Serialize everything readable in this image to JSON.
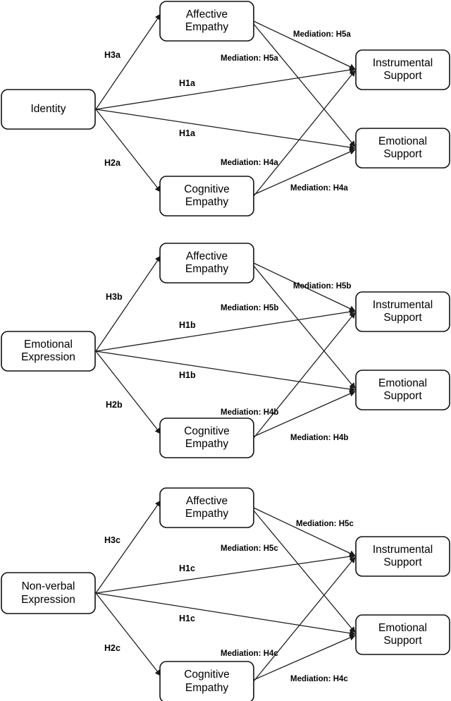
{
  "diagram": {
    "type": "conceptual-model-path-diagram",
    "panel_count": 3,
    "node_shape": "rounded-rectangle",
    "colors": {
      "background": "#ffffff",
      "node_fill": "#ffffff",
      "node_stroke": "#111111",
      "edge_stroke": "#1a1a1a",
      "text": "#000000"
    },
    "panels": [
      {
        "id": "panel-a",
        "suffix": "a",
        "nodes": {
          "predictor": {
            "line1": "Identity",
            "line2": ""
          },
          "mediator_top": {
            "line1": "Affective",
            "line2": "Empathy"
          },
          "mediator_bottom": {
            "line1": "Cognitive",
            "line2": "Empathy"
          },
          "outcome_top": {
            "line1": "Instrumental",
            "line2": "Support"
          },
          "outcome_bottom": {
            "line1": "Emotional",
            "line2": "Support"
          }
        },
        "edge_labels": {
          "pred_to_affective": "H3a",
          "pred_to_cognitive": "H2a",
          "pred_to_instrumental": "H1a",
          "pred_to_emotional": "H1a",
          "affective_to_instrumental": "Mediation: H5a",
          "affective_to_emotional": "Mediation: H5a",
          "cognitive_to_instrumental": "Mediation: H4a",
          "cognitive_to_emotional": "Mediation: H4a"
        }
      },
      {
        "id": "panel-b",
        "suffix": "b",
        "nodes": {
          "predictor": {
            "line1": "Emotional",
            "line2": "Expression"
          },
          "mediator_top": {
            "line1": "Affective",
            "line2": "Empathy"
          },
          "mediator_bottom": {
            "line1": "Cognitive",
            "line2": "Empathy"
          },
          "outcome_top": {
            "line1": "Instrumental",
            "line2": "Support"
          },
          "outcome_bottom": {
            "line1": "Emotional",
            "line2": "Support"
          }
        },
        "edge_labels": {
          "pred_to_affective": "H3b",
          "pred_to_cognitive": "H2b",
          "pred_to_instrumental": "H1b",
          "pred_to_emotional": "H1b",
          "affective_to_instrumental": "Mediation: H5b",
          "affective_to_emotional": "Mediation: H5b",
          "cognitive_to_instrumental": "Mediation: H4b",
          "cognitive_to_emotional": "Mediation: H4b"
        }
      },
      {
        "id": "panel-c",
        "suffix": "c",
        "nodes": {
          "predictor": {
            "line1": "Non-verbal",
            "line2": "Expression"
          },
          "mediator_top": {
            "line1": "Affective",
            "line2": "Empathy"
          },
          "mediator_bottom": {
            "line1": "Cognitive",
            "line2": "Empathy"
          },
          "outcome_top": {
            "line1": "Instrumental",
            "line2": "Support"
          },
          "outcome_bottom": {
            "line1": "Emotional",
            "line2": "Support"
          }
        },
        "edge_labels": {
          "pred_to_affective": "H3c",
          "pred_to_cognitive": "H2c",
          "pred_to_instrumental": "H1c",
          "pred_to_emotional": "H1c",
          "affective_to_instrumental": "Mediation: H5c",
          "affective_to_emotional": "Mediation: H5c",
          "cognitive_to_instrumental": "Mediation: H4c",
          "cognitive_to_emotional": "Mediation: H4c"
        }
      }
    ]
  }
}
